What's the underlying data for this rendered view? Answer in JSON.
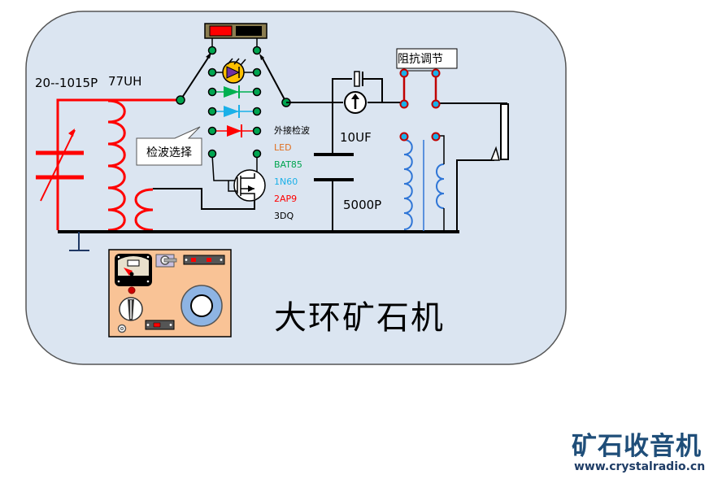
{
  "colors": {
    "panel_bg": "#dbe5f1",
    "panel_border": "#555555",
    "tank_red": "#ff0000",
    "wire_black": "#000000",
    "node_green": "#00a550",
    "diode_green": "#00b050",
    "diode_blue": "#1ab0e8",
    "diode_red": "#ff0000",
    "led_yellow": "#ffc000",
    "led_purple": "#7030a0",
    "coil_blue": "#2e75d6",
    "term_blue": "#1ab0e8",
    "term_ring_red": "#c00000",
    "label_orange": "#e07020",
    "label_green": "#00a550",
    "label_cyan": "#1ab0e8",
    "label_red": "#ff0000",
    "front_panel_bg": "#f9c396",
    "dial_blue": "#8eb4e3",
    "logo_blue": "#1f4e79"
  },
  "labels": {
    "capacitor_range": "20--1015P",
    "inductance": "77UH",
    "detector_select_callout": "检波选择",
    "impedance_adjust": "阻抗调节",
    "cap_10uf": "10UF",
    "cap_5000p": "5000P",
    "title": "大环矿石机"
  },
  "detector_options": [
    {
      "label": "外接检波",
      "color": "#000000"
    },
    {
      "label": "LED",
      "color": "#e07020"
    },
    {
      "label": "BAT85",
      "color": "#00a550"
    },
    {
      "label": "1N60",
      "color": "#1ab0e8"
    },
    {
      "label": "2AP9",
      "color": "#ff0000"
    },
    {
      "label": "3DQ",
      "color": "#000000"
    }
  ],
  "logo": {
    "name": "矿石收音机",
    "url": "www.crystalradio.cn"
  }
}
